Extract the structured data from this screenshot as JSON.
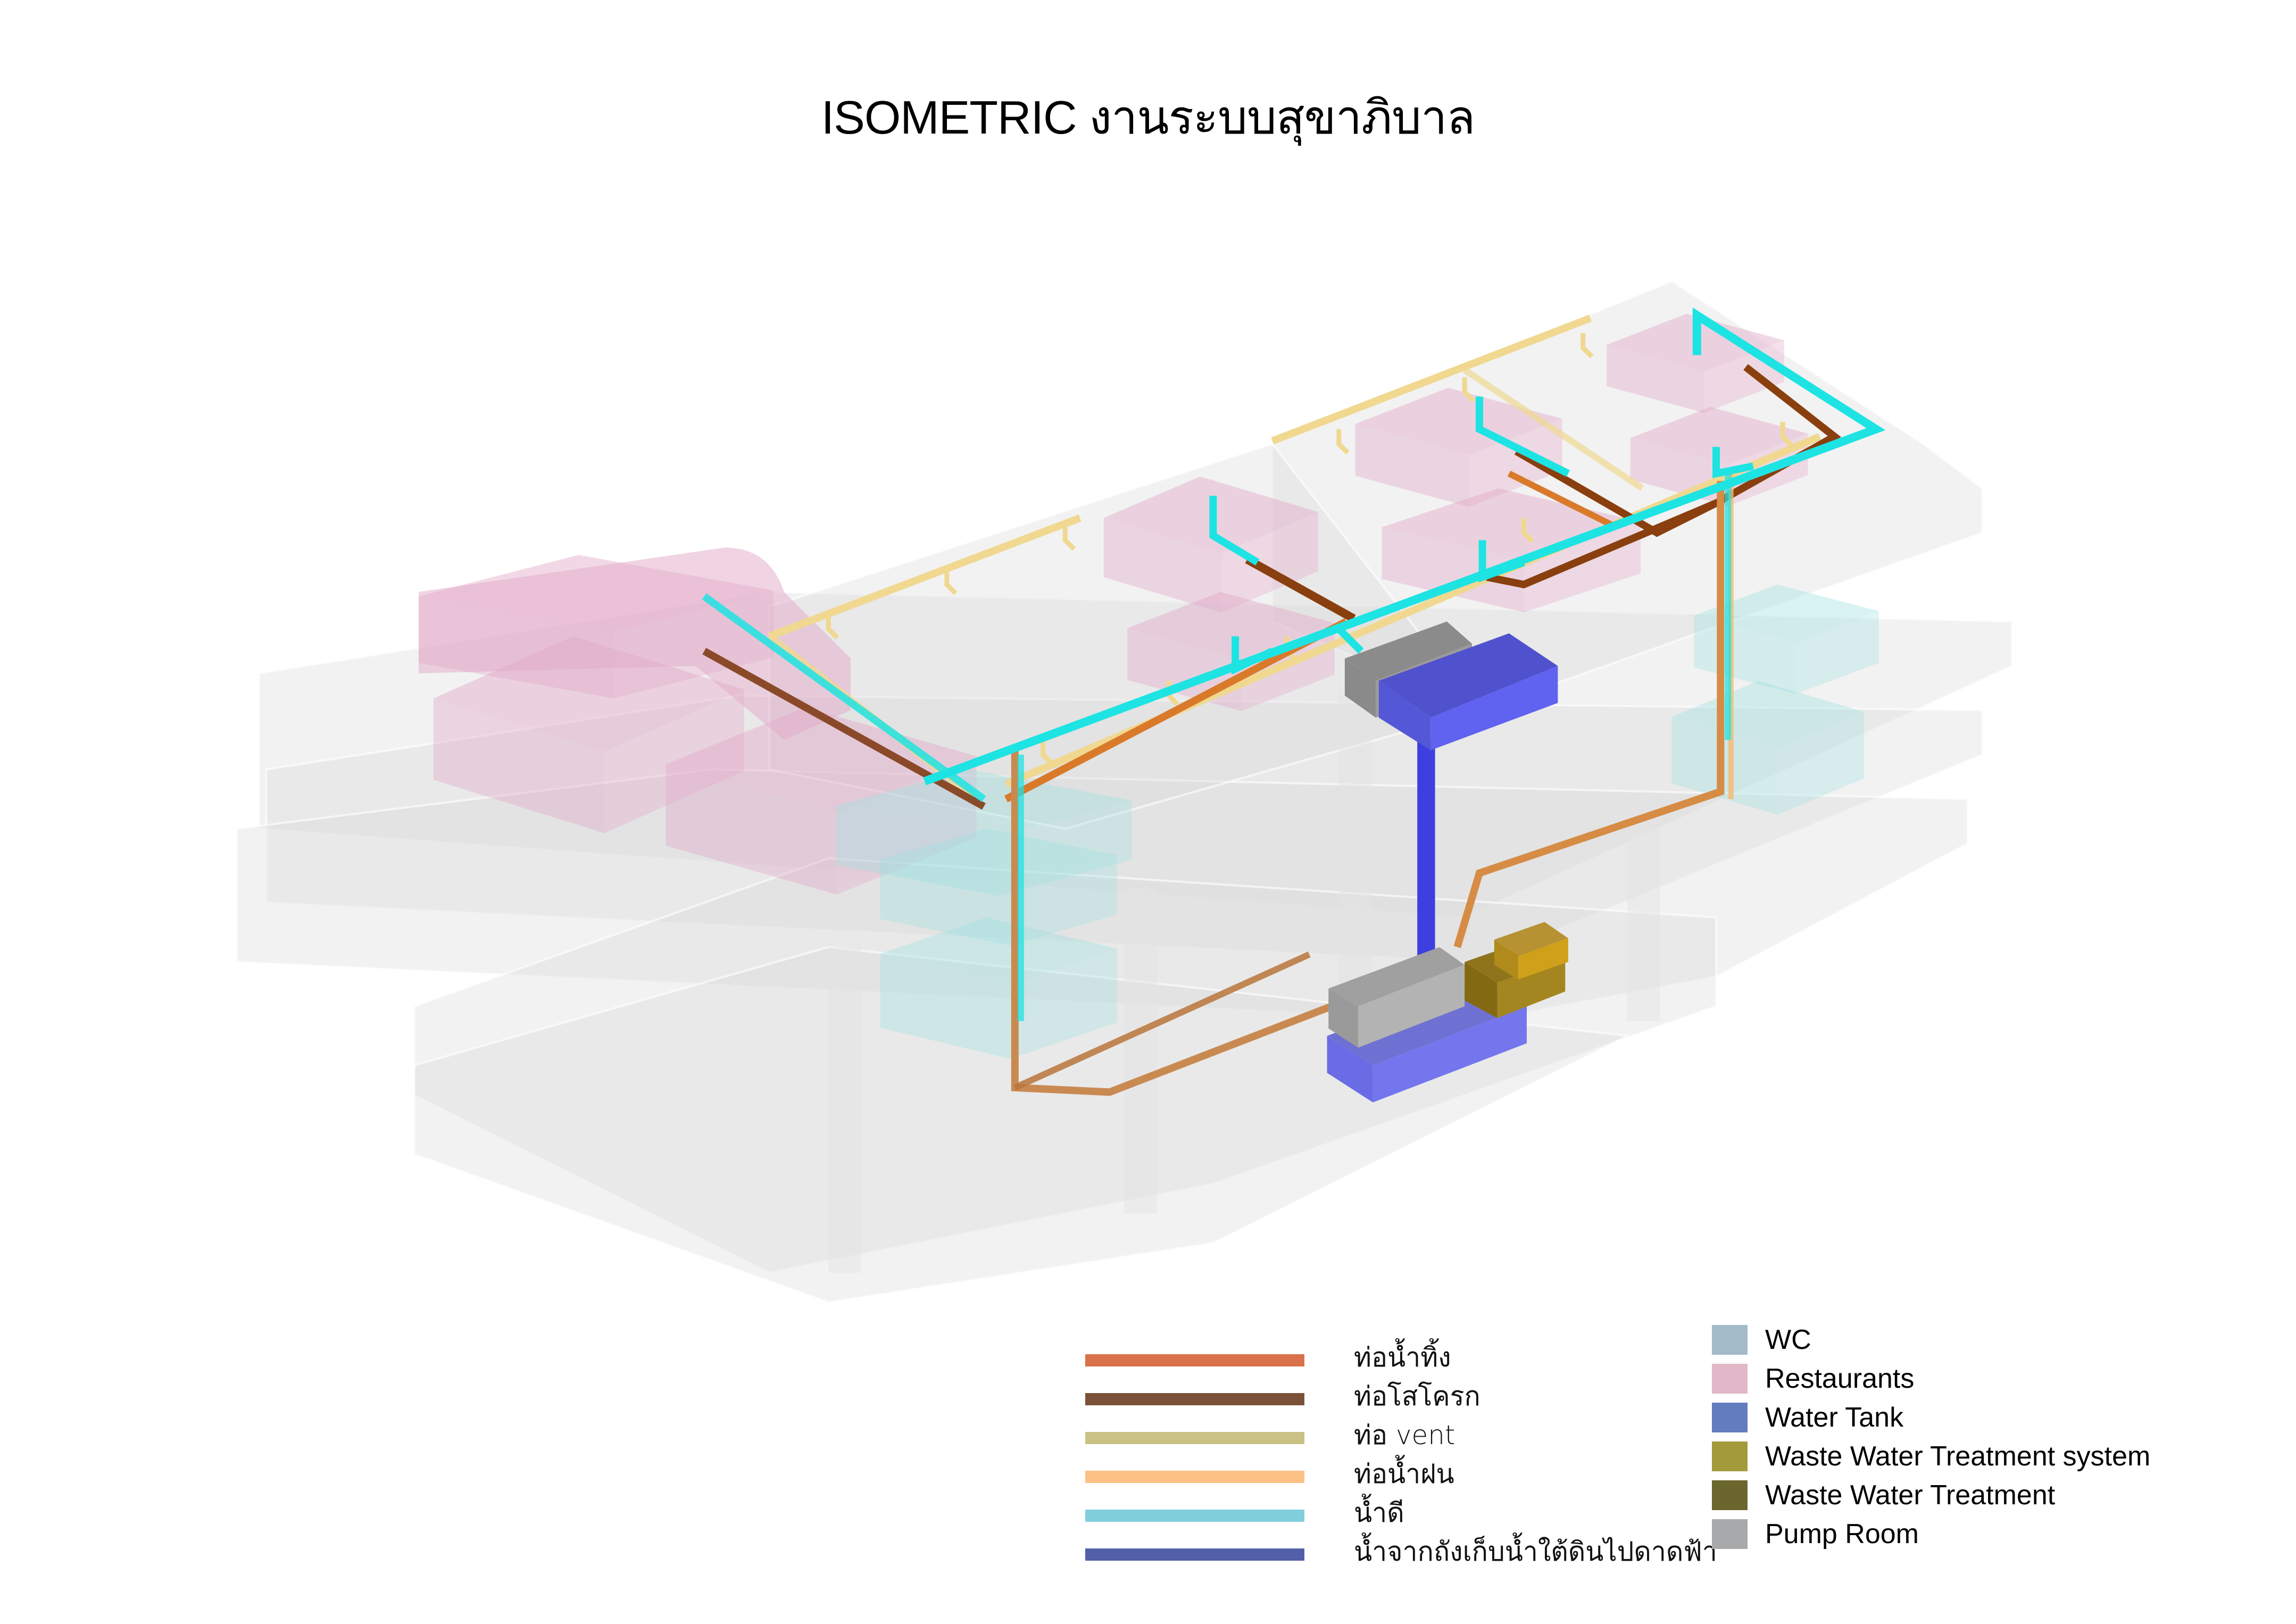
{
  "title": "ISOMETRIC งานระบบสุขาภิบาล",
  "pipe_legend": [
    {
      "label": "ท่อน้ำทิ้ง",
      "color": "#D9714A",
      "meaning": "waste water pipe"
    },
    {
      "label": "ท่อโสโครก",
      "color": "#7C5139",
      "meaning": "sewage pipe"
    },
    {
      "label": "ท่อ vent",
      "color": "#CAC285",
      "meaning": "vent pipe"
    },
    {
      "label": "ท่อน้ำฝน",
      "color": "#FCC284",
      "meaning": "rainwater pipe"
    },
    {
      "label": "น้ำดี",
      "color": "#7FCFDD",
      "meaning": "clean water"
    },
    {
      "label": "น้ำจากถังเก็บน้ำใต้ดินไปดาดฟ้า",
      "color": "#535FA8",
      "meaning": "water from underground tank to roof"
    }
  ],
  "zone_legend": [
    {
      "label": "WC",
      "color": "#A3BAC8"
    },
    {
      "label": "Restaurants",
      "color": "#E0B8C8"
    },
    {
      "label": "Water Tank",
      "color": "#637CBE"
    },
    {
      "label": "Waste Water Treatment system",
      "color": "#A39A3A"
    },
    {
      "label": "Waste Water Treatment",
      "color": "#6A662E"
    },
    {
      "label": "Pump Room",
      "color": "#A8A9AB"
    }
  ],
  "scene_colors": {
    "floor": "#d9d9d9",
    "restaurant": "#e2a9c8",
    "wc": "#9fe0e0",
    "clean_water": "#1ee3e3",
    "sewage": "#8a3f0f",
    "waste": "#d97a2a",
    "vent": "#f0d890",
    "rain": "#f6b96e",
    "tank_top": "#5052cd",
    "tank_front": "#6062f0",
    "tank_pipe": "#3d3fe0",
    "pump": "#8b8b8b",
    "pump_light": "#a9a9a9",
    "wwt": "#9c7a14",
    "wwt_sys": "#c9a11c"
  }
}
